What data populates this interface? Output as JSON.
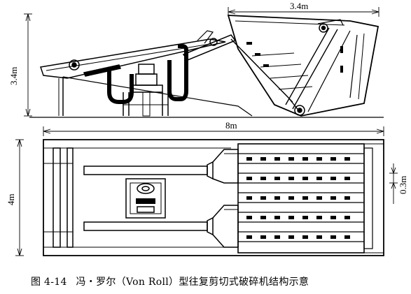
{
  "side_view": {
    "dim_width": "3.4m",
    "dim_height": "3.4m"
  },
  "plan_view": {
    "dim_length": "8m",
    "dim_width": "4m",
    "dim_spacing": "0.3m"
  },
  "caption": {
    "number": "图 4-14",
    "text": "冯・罗尔（Von Roll）型往复剪切式破碎机结构示意"
  }
}
